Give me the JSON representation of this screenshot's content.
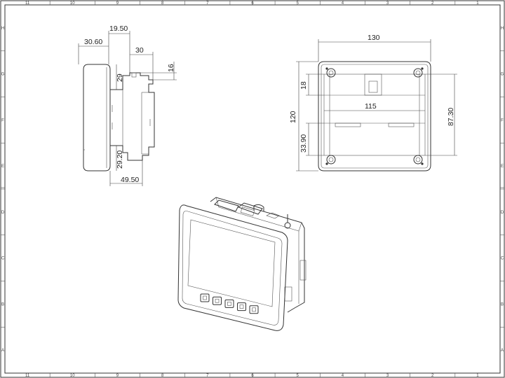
{
  "frame": {
    "top_zones": [
      "11",
      "10",
      "9",
      "8",
      "7",
      "6",
      "5",
      "4",
      "3",
      "2",
      "1"
    ],
    "bottom_zones": [
      "11",
      "10",
      "9",
      "8",
      "7",
      "6",
      "5",
      "4",
      "3",
      "2",
      "1"
    ],
    "left_zones": [
      "H",
      "G",
      "F",
      "E",
      "D",
      "C",
      "B",
      "A"
    ],
    "right_zones": [
      "H",
      "G",
      "F",
      "E",
      "D",
      "C",
      "B",
      "A"
    ]
  },
  "side_view": {
    "dims": {
      "d19_50": "19.50",
      "d30_60": "30.60",
      "d30": "30",
      "d16": "16",
      "d29": "29",
      "d29_20": "29.20",
      "d49_50": "49.50"
    }
  },
  "front_view": {
    "dims": {
      "width_130": "130",
      "height_120": "120",
      "d18": "18",
      "d115": "115",
      "d87_30": "87.30",
      "d33_90": "33.90"
    }
  },
  "iso_view": {
    "button_count": 5
  }
}
